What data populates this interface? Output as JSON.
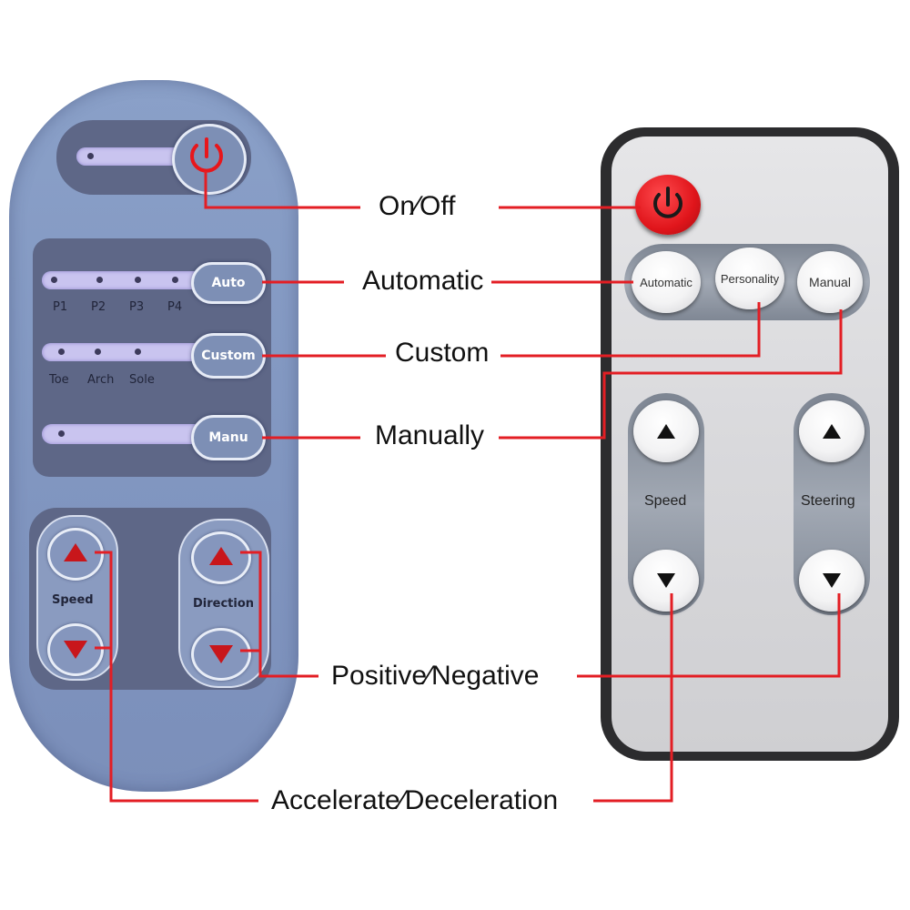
{
  "left_remote": {
    "auto_label": "Auto",
    "custom_label": "Custom",
    "manu_label": "Manu",
    "presets": [
      "P1",
      "P2",
      "P3",
      "P4"
    ],
    "zones": [
      "Toe",
      "Arch",
      "Sole"
    ],
    "speed_label": "Speed",
    "direction_label": "Direction"
  },
  "right_remote": {
    "automatic_label": "Automatic",
    "personality_label": "Personality",
    "manual_label": "Manual",
    "speed_label": "Speed",
    "steering_label": "Steering"
  },
  "callouts": {
    "on_off": "On∕Off",
    "automatic": "Automatic",
    "custom": "Custom",
    "manually": "Manually",
    "positive_negative": "Positive∕Negative",
    "accelerate_deceleration": "Accelerate∕Deceleration"
  },
  "icons": {
    "power": "power-icon",
    "up": "triangle-up-icon",
    "down": "triangle-down-icon"
  },
  "colors": {
    "line": "#e31e24",
    "power_red": "#e8161b",
    "arrow_red": "#c8161b"
  }
}
